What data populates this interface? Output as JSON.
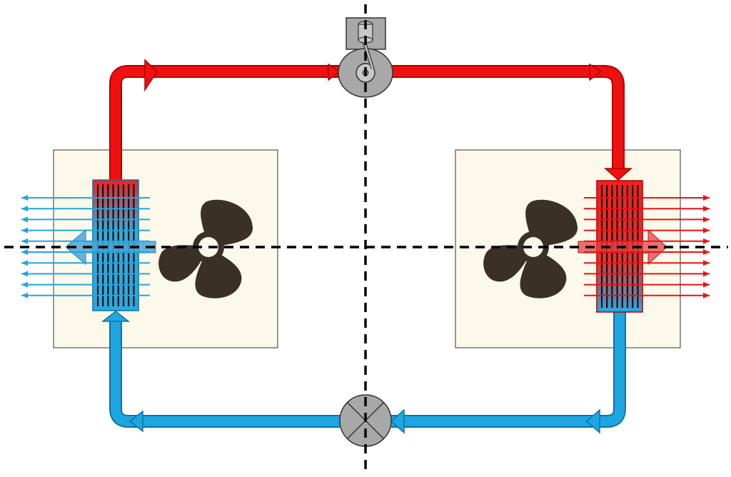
{
  "diagram": {
    "type": "refrigeration-cycle",
    "colors": {
      "hot": "#f01010",
      "hot_stroke": "#b00000",
      "cold": "#1ea6e0",
      "cold_stroke": "#1070a8",
      "unit_fill": "#fcf9eb",
      "fan": "#3b3024",
      "component": "#a8a8a8",
      "guide_line": "#000000"
    },
    "components": [
      {
        "id": "compressor",
        "icon": "compressor-icon"
      },
      {
        "id": "expansion-valve",
        "icon": "expansion-valve-icon"
      },
      {
        "id": "indoor-unit",
        "icon": "fan-icon",
        "coil": "cold-coil"
      },
      {
        "id": "outdoor-unit",
        "icon": "fan-icon",
        "coil": "hot-coil"
      }
    ],
    "flows": [
      {
        "from": "compressor",
        "to": "outdoor-unit",
        "state": "hot"
      },
      {
        "from": "outdoor-unit",
        "to": "expansion-valve",
        "state": "cold"
      },
      {
        "from": "expansion-valve",
        "to": "indoor-unit",
        "state": "cold"
      },
      {
        "from": "indoor-unit",
        "to": "compressor",
        "state": "hot"
      }
    ],
    "air_flow_arrows_per_side": 10
  }
}
